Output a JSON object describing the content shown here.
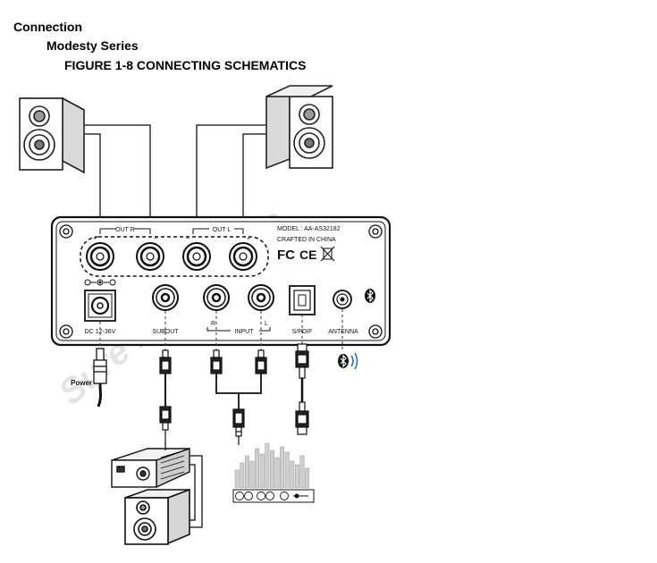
{
  "header": {
    "section": "Connection",
    "series": "Modesty Series",
    "figure_title": "FIGURE 1-8 CONNECTING SCHEMATICS"
  },
  "panel": {
    "out_r": "OUT R",
    "out_l": "OUT L",
    "model": "MODEL : AA-AS32182",
    "crafted": "CRAFTED IN CHINA",
    "cert_fc": "FC",
    "cert_ce": "CE",
    "dc_label": "DC 12-36V",
    "subout_label": "SUBOUT",
    "input_label": "INPUT",
    "input_r": "R",
    "input_l": "L",
    "spdif_label": "S/PDIF",
    "antenna_label": "ANTENNA"
  },
  "power_label": "Power",
  "watermark": "Sure Electronics",
  "icons": {
    "speaker_left": "speaker-icon",
    "speaker_right": "speaker-icon",
    "bluetooth": "bluetooth-icon",
    "subwoofer": "speaker-icon",
    "amplifier": "amplifier-icon",
    "player": "audio-player-icon"
  },
  "colors": {
    "line": "#222222",
    "panel_stroke": "#111111",
    "watermark": "#cfcfcf"
  }
}
